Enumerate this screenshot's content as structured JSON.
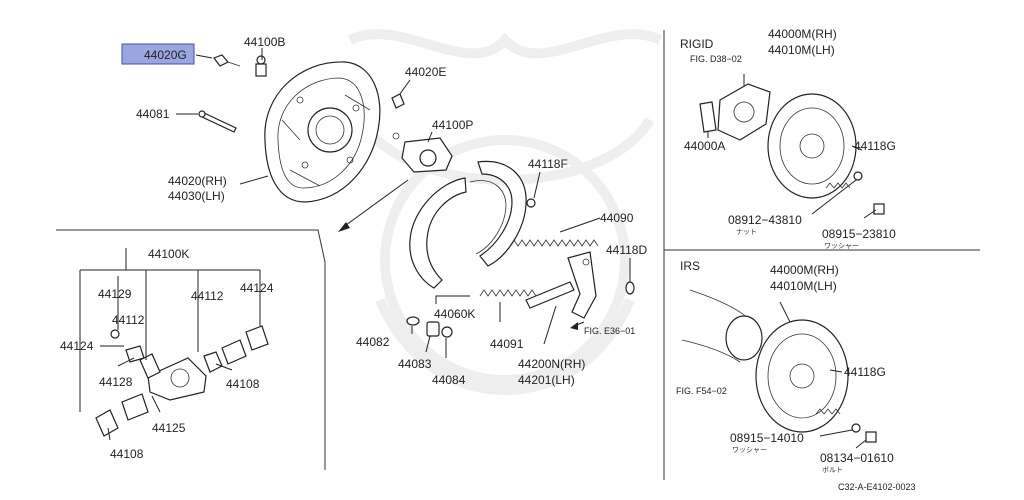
{
  "callout_labels": {
    "c44020G": "44020G",
    "c44100B": "44100B",
    "c44020E": "44020E",
    "c44081": "44081",
    "c44100P": "44100P",
    "c44020RH": "44020(RH)",
    "c44030LH": "44030(LH)",
    "c44118F": "44118F",
    "c44090": "44090",
    "c44118D": "44118D",
    "c44100K": "44100K",
    "c44129": "44129",
    "c44112a": "44112",
    "c44124a": "44124",
    "c44112b": "44112",
    "c44124b": "44124",
    "c44128": "44128",
    "c44108a": "44108",
    "c44125": "44125",
    "c44108b": "44108",
    "c44060K": "44060K",
    "c44082": "44082",
    "c44083": "44083",
    "c44084": "44084",
    "c44091": "44091",
    "c44200N": "44200N(RH)",
    "c44201": "44201(LH)",
    "c44000M_a": "44000M(RH)",
    "c44010M_a": "44010M(LH)",
    "c44000A": "44000A",
    "c44118G_a": "44118G",
    "c08912": "08912−43810",
    "c08915a": "08915−23810",
    "c44000M_b": "44000M(RH)",
    "c44010M_b": "44010M(LH)",
    "c44118G_b": "44118G",
    "c08915b": "08915−14010",
    "c08134": "08134−01610"
  },
  "section_labels": {
    "rigid": "RIGID",
    "irs": "IRS"
  },
  "figure_refs": {
    "d3802": "FIG. D38−02",
    "e3601": "FIG. E36−01",
    "f5402": "FIG. F54−02"
  },
  "notes": {
    "nut": "ナット",
    "washer_a": "ワッシャー",
    "washer_b": "ワッシャー",
    "bolt": "ボルト"
  },
  "footer": {
    "code": "C32-A-E4102-0023"
  },
  "highlight_color": "#9aa6e0"
}
